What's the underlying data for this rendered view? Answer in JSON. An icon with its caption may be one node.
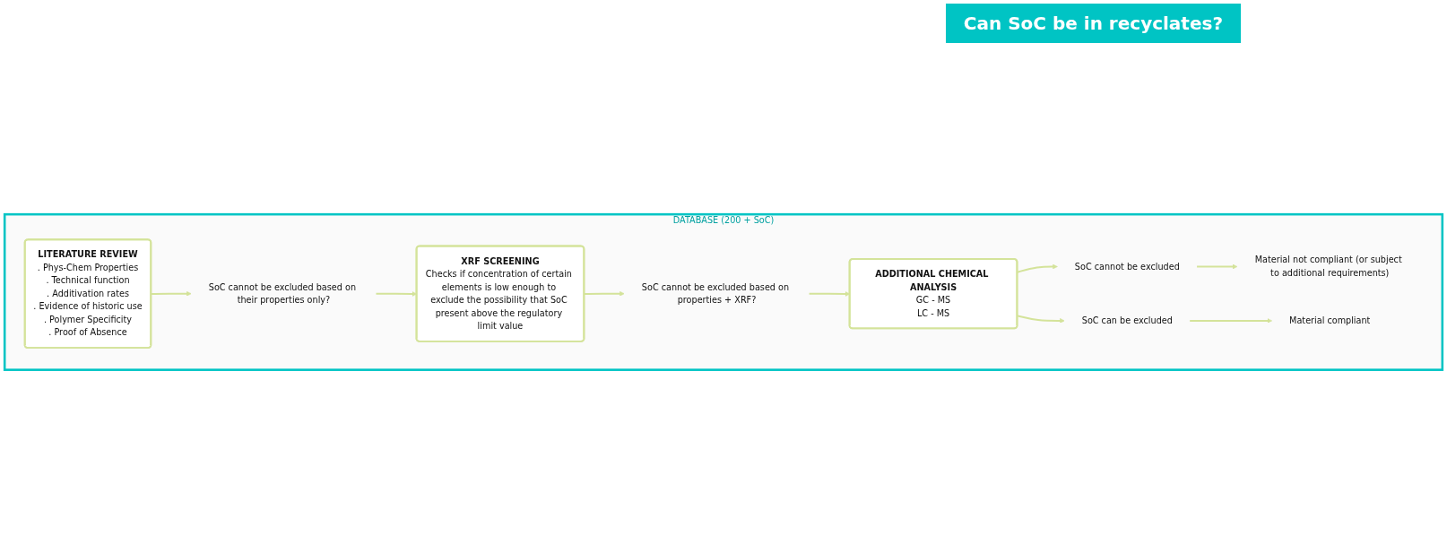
{
  "diagram": {
    "nodes": [
      {
        "text": [
          "DATABASE (200 + SoC)"
        ]
      },
      {
        "text": [
          "LITERATURE REVIEW",
          ". Phys-Chem Properties",
          ". Technical function",
          ". Additivation rates",
          ". Evidence of historic use",
          ". Polymer Specificity",
          ". Proof of Absence"
        ],
        "in": 0
      },
      {
        "text": [
          "SoC cannot be excluded based on their properties only?"
        ],
        "in": 0
      },
      {
        "text": [
          "XRF SCREENING",
          "Checks if concentration of certain elements is low enough to exclude the possibility that SoC present above the regulatory limit value"
        ],
        "in": 0
      },
      {
        "text": [
          "SoC cannot be excluded based on properties + XRF?"
        ],
        "in": 0
      },
      {
        "text": [
          "ADDITIONAL CHEMICAL ANALYSIS",
          "GC - MS",
          "LC - MS"
        ],
        "in": 0
      },
      {
        "text": [
          "SoC cannot be excluded"
        ],
        "in": 0
      },
      {
        "text": [
          "SoC can be excluded"
        ],
        "in": 0
      },
      {
        "text": [
          "Material not compliant (or subject to additional requirements)"
        ],
        "in": 0
      },
      {
        "text": [
          "Material compliant"
        ],
        "in": 0
      }
    ],
    "edges": [
      {
        "from": 1,
        "to": 2,
        "arrow": "to",
        "color": "#d4e39a"
      },
      {
        "from": 2,
        "to": 3,
        "arrow": "to",
        "color": "#d4e39a"
      },
      {
        "from": 3,
        "to": 4,
        "arrow": "to",
        "color": "#d4e39a"
      },
      {
        "from": 4,
        "to": 5,
        "arrow": "to",
        "color": "#d4e39a"
      },
      {
        "from": 5,
        "to": 6,
        "arrow": "to",
        "color": "#d4e39a"
      },
      {
        "from": 5,
        "to": 7,
        "arrow": "to",
        "color": "#d4e39a"
      },
      {
        "from": 6,
        "to": 8,
        "arrow": "to",
        "color": "#d4e39a"
      },
      {
        "from": 7,
        "to": 9,
        "arrow": "to",
        "color": "#d4e39a"
      }
    ],
    "labels": [
      "Can SoC be in recyclates?"
    ]
  }
}
